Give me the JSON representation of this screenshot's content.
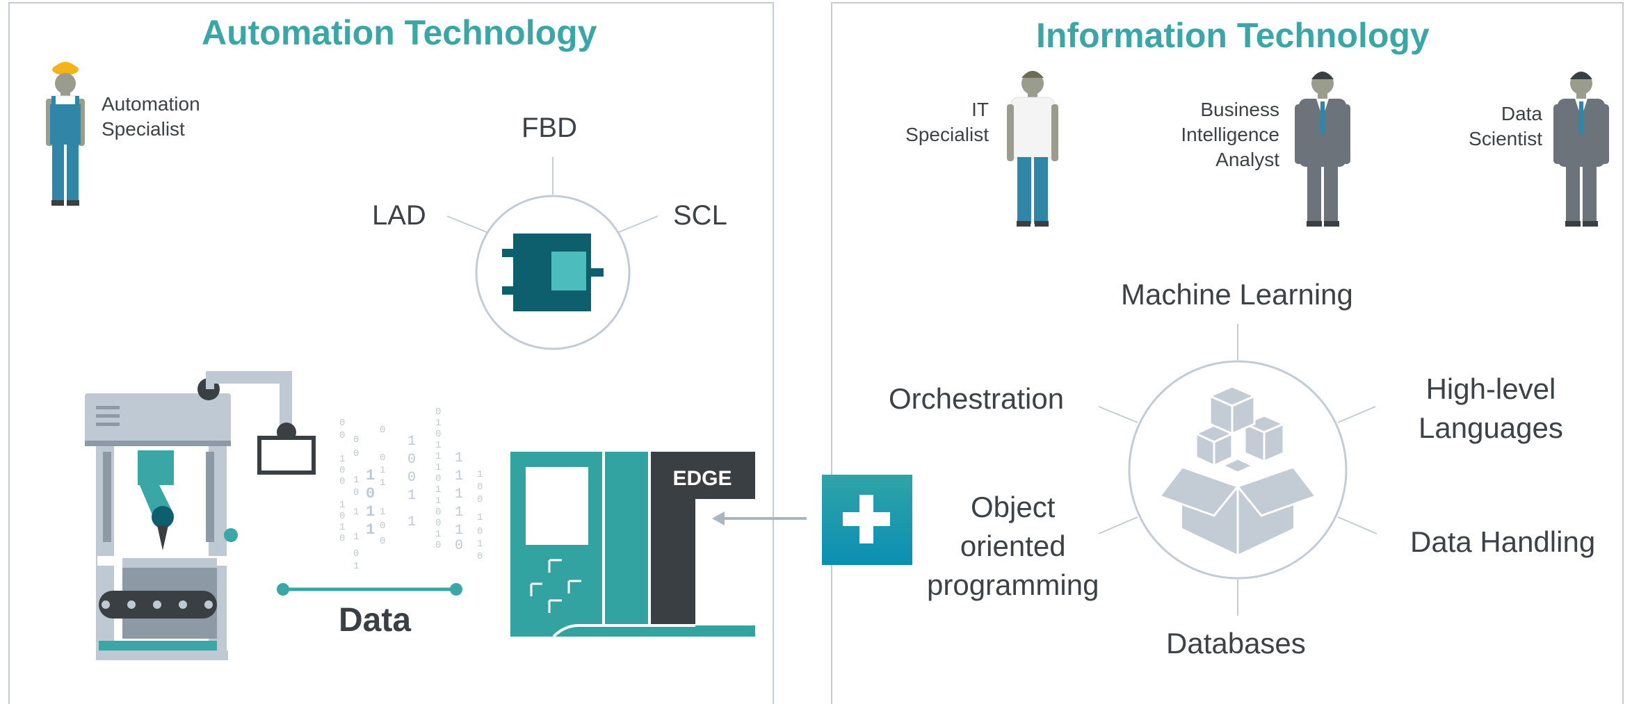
{
  "automation": {
    "title": "Automation Technology",
    "person": {
      "label_line1": "Automation",
      "label_line2": "Specialist"
    },
    "languages": {
      "top": "FBD",
      "left": "LAD",
      "right": "SCL"
    },
    "data_label": "Data",
    "edge_label": "EDGE",
    "binary_columns": [
      "00 00",
      "0 0 0 0 1",
      "1 0 0 1",
      "0 0 1 0 1 0 1",
      "1 1 0 0 1 1",
      "0 1 0 0 1 1 1 1",
      "0 1 1 1 0 0",
      "1 0 0 1 1",
      "0 1 1 1 0 1 0 0 1",
      "1 1 1 1 1 0",
      "1 0 0 0 1 0 0"
    ]
  },
  "information": {
    "title": "Information Technology",
    "people": [
      {
        "line1": "IT",
        "line2": "Specialist",
        "line3": ""
      },
      {
        "line1": "Business",
        "line2": "Intelligence",
        "line3": "Analyst"
      },
      {
        "line1": "Data",
        "line2": "Scientist",
        "line3": ""
      }
    ],
    "topics": {
      "top": "Machine Learning",
      "upper_left": "Orchestration",
      "upper_right_1": "High-level",
      "upper_right_2": "Languages",
      "lower_left_1": "Object",
      "lower_left_2": "oriented",
      "lower_left_3": "programming",
      "lower_right": "Data Handling",
      "bottom": "Databases"
    }
  },
  "colors": {
    "title_teal": "#3aa6a6",
    "teal": "#33a3a1",
    "dark_teal": "#0e5f6e",
    "dark_gray": "#3a3f44",
    "light_gray": "#bfc9d3",
    "line_gray": "#c3ccd5",
    "plus_gradient_top": "#30a4a6",
    "plus_gradient_bottom": "#0a8fb4"
  },
  "icons": [
    "worker-icon",
    "it-person-icon",
    "business-person-icon",
    "function-block-icon",
    "boxes-icon",
    "plus-icon",
    "robot-machine-icon",
    "edge-device-icon"
  ]
}
